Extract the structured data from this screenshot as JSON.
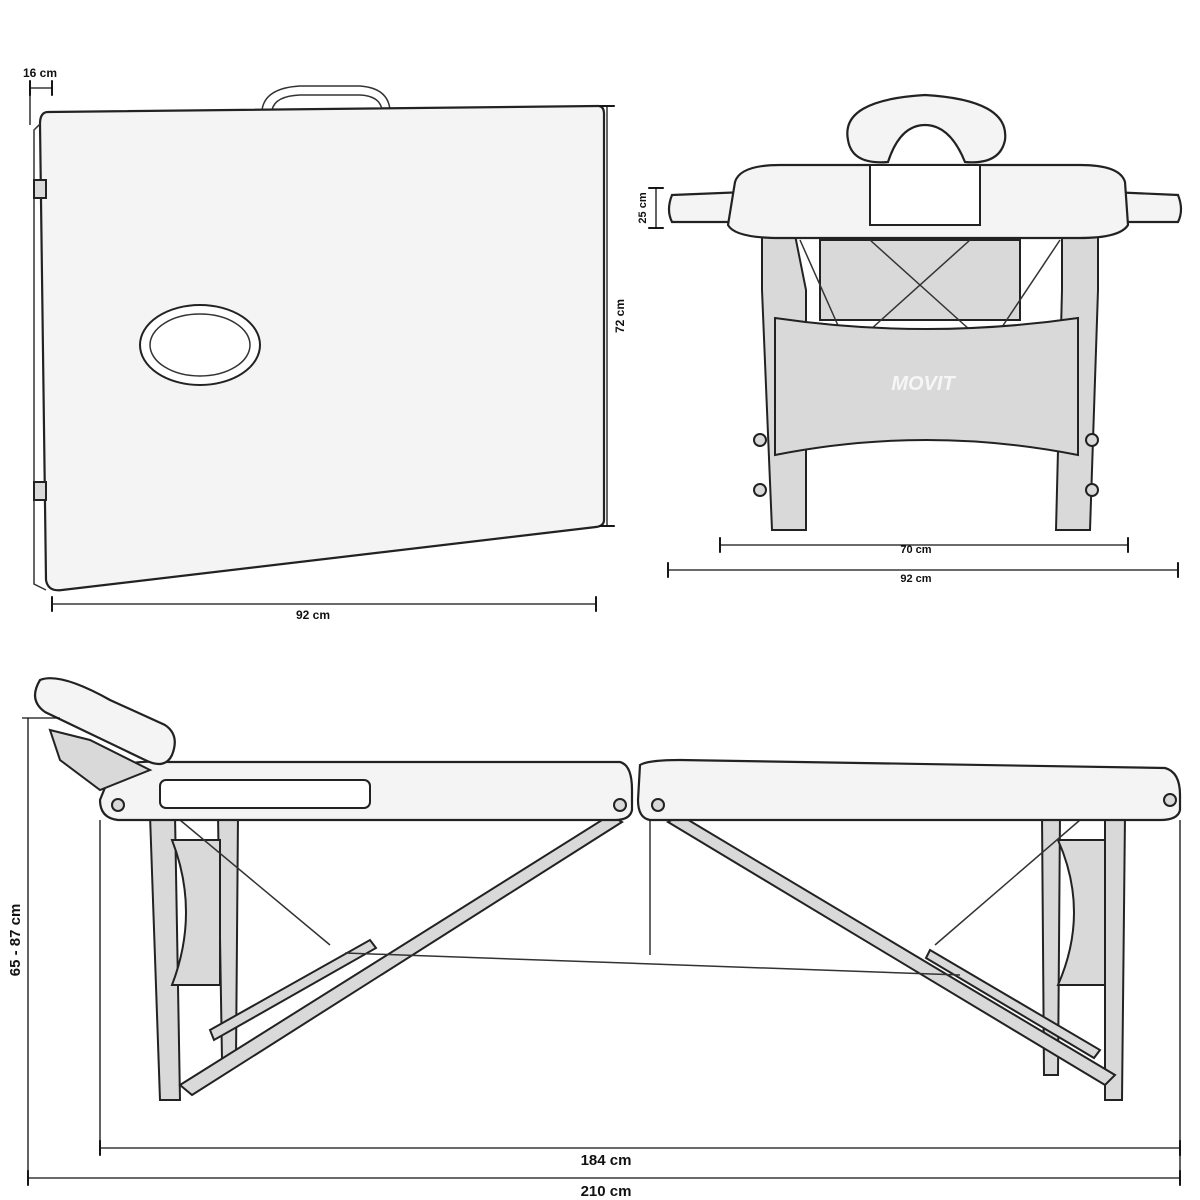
{
  "views": {
    "folded": {
      "depth_label": "16 cm",
      "height_label": "72 cm",
      "width_label": "92 cm"
    },
    "end": {
      "armrest_label": "25 cm",
      "inner_width_label": "70 cm",
      "total_width_label": "92 cm",
      "logo_text": "MOVIT"
    },
    "side": {
      "height_label": "65 - 87 cm",
      "table_length_label": "184 cm",
      "total_length_label": "210 cm"
    }
  }
}
